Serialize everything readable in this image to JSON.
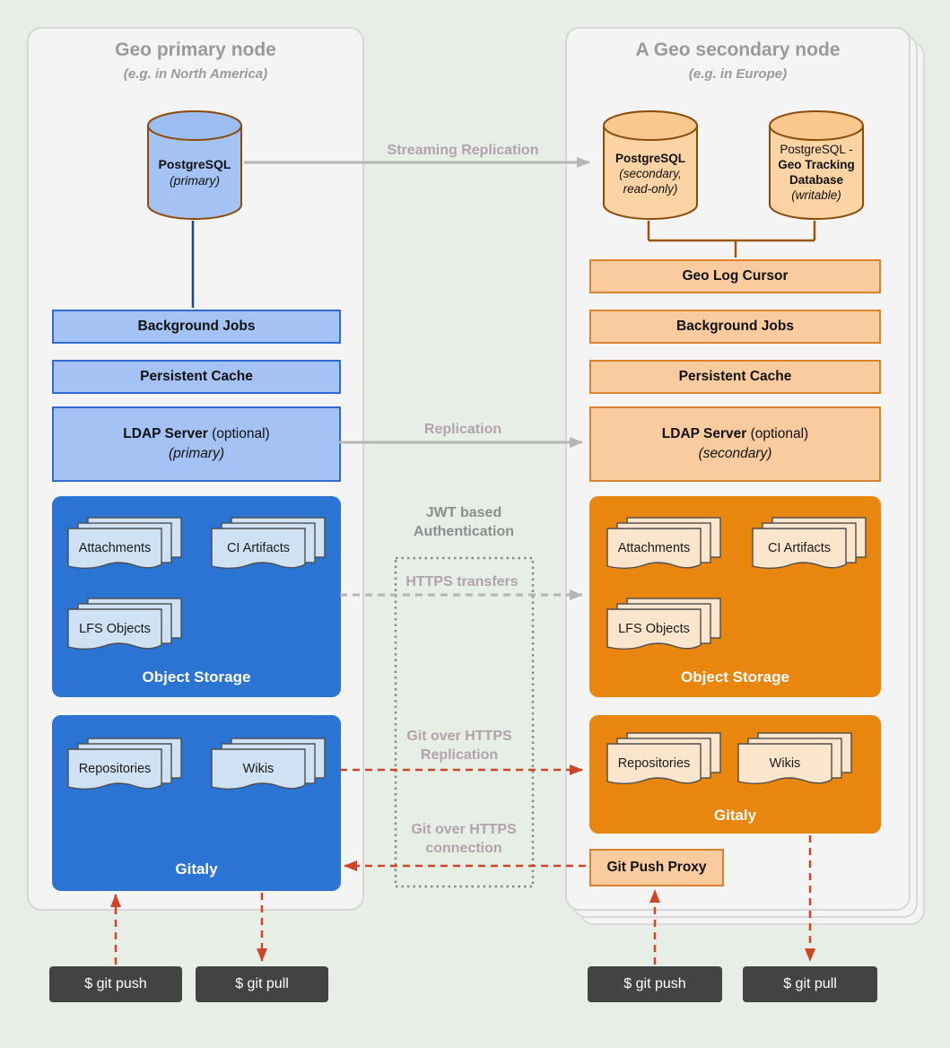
{
  "primary_node": {
    "title": "Geo primary node",
    "subtitle": "(e.g. in North America)",
    "postgres": {
      "name": "PostgreSQL",
      "mode": "(primary)"
    },
    "background_jobs": "Background Jobs",
    "persistent_cache": "Persistent Cache",
    "ldap": {
      "name": "LDAP Server",
      "optional": "(optional)",
      "mode": "(primary)"
    },
    "object_storage": {
      "label": "Object Storage",
      "cards": [
        "Attachments",
        "CI Artifacts",
        "LFS Objects"
      ]
    },
    "gitaly": {
      "label": "Gitaly",
      "cards": [
        "Repositories",
        "Wikis"
      ]
    }
  },
  "secondary_node": {
    "title": "A Geo secondary node",
    "subtitle": "(e.g. in Europe)",
    "postgres_secondary": {
      "name": "PostgreSQL",
      "mode1": "(secondary,",
      "mode2": "read-only)"
    },
    "postgres_tracking": {
      "line1": "PostgreSQL -",
      "line2": "Geo Tracking",
      "line3": "Database",
      "mode": "(writable)"
    },
    "geo_log_cursor": "Geo Log Cursor",
    "background_jobs": "Background Jobs",
    "persistent_cache": "Persistent Cache",
    "ldap": {
      "name": "LDAP Server",
      "optional": "(optional)",
      "mode": "(secondary)"
    },
    "object_storage": {
      "label": "Object Storage",
      "cards": [
        "Attachments",
        "CI Artifacts",
        "LFS Objects"
      ]
    },
    "gitaly": {
      "label": "Gitaly",
      "cards": [
        "Repositories",
        "Wikis"
      ]
    },
    "git_push_proxy": "Git Push Proxy"
  },
  "connections": {
    "streaming_replication": "Streaming Replication",
    "replication": "Replication",
    "jwt_line1": "JWT based",
    "jwt_line2": "Authentication",
    "https_transfers": "HTTPS transfers",
    "git_https_replication_line1": "Git over HTTPS",
    "git_https_replication_line2": "Replication",
    "git_https_connection_line1": "Git over HTTPS",
    "git_https_connection_line2": "connection"
  },
  "terminals": {
    "push_left": "$ git push",
    "pull_left": "$ git pull",
    "push_right": "$ git push",
    "pull_right": "$ git pull"
  },
  "colors": {
    "primary_accent": "#2b74d4",
    "primary_light": "#a4c2f4",
    "primary_card": "#cfe2f3",
    "secondary_accent": "#e8860d",
    "secondary_light": "#f9cb9f",
    "secondary_card": "#fce5cd",
    "cylinder_stroke": "#8a4c0a",
    "arrow_gray": "#b5b5b5",
    "arrow_red": "#d04527",
    "terminal_bg": "#434343",
    "panel_bg": "#f4f4f4"
  }
}
